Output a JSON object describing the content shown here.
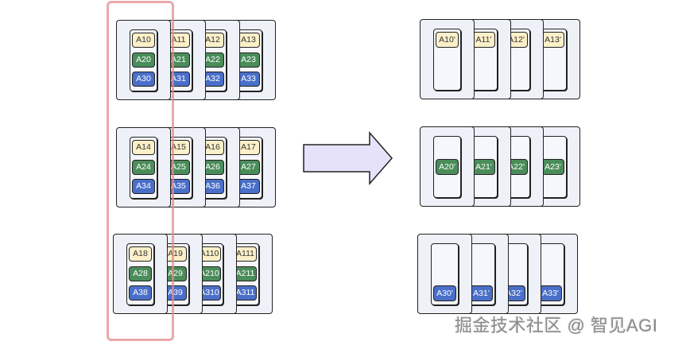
{
  "diagram": {
    "left_groups": [
      {
        "cards": [
          {
            "chips": [
              "A10",
              "A20",
              "A30"
            ]
          },
          {
            "chips": [
              "A11",
              "A21",
              "A31"
            ]
          },
          {
            "chips": [
              "A12",
              "A22",
              "A32"
            ]
          },
          {
            "chips": [
              "A13",
              "A23",
              "A33"
            ]
          }
        ]
      },
      {
        "cards": [
          {
            "chips": [
              "A14",
              "A24",
              "A34"
            ]
          },
          {
            "chips": [
              "A15",
              "A25",
              "A35"
            ]
          },
          {
            "chips": [
              "A16",
              "A26",
              "A36"
            ]
          },
          {
            "chips": [
              "A17",
              "A27",
              "A37"
            ]
          }
        ]
      },
      {
        "cards": [
          {
            "chips": [
              "A18",
              "A28",
              "A38"
            ]
          },
          {
            "chips": [
              "A19",
              "A29",
              "A39"
            ]
          },
          {
            "chips": [
              "A110",
              "A210",
              "A310"
            ]
          },
          {
            "chips": [
              "A111",
              "A211",
              "A311"
            ]
          }
        ]
      }
    ],
    "right_groups": [
      {
        "cards": [
          {
            "chip": "A10'"
          },
          {
            "chip": "A11'"
          },
          {
            "chip": "A12'"
          },
          {
            "chip": "A13'"
          }
        ]
      },
      {
        "cards": [
          {
            "chip": "A20'"
          },
          {
            "chip": "A21'"
          },
          {
            "chip": "A22'"
          },
          {
            "chip": "A23'"
          }
        ]
      },
      {
        "cards": [
          {
            "chip": "A30'"
          },
          {
            "chip": "A31'"
          },
          {
            "chip": "A32'"
          },
          {
            "chip": "A33'"
          }
        ]
      }
    ],
    "arrow": {
      "direction": "right",
      "fill": "#e6e2fa"
    },
    "highlight": {
      "color": "#e28c8c"
    }
  },
  "colors": {
    "card_bg": "#eef1f8",
    "chip_yellow": "#fcf0c9",
    "chip_green": "#4b8d5a",
    "chip_blue": "#4a6fc9"
  },
  "watermark": "掘金技术社区 @ 智见AGI"
}
